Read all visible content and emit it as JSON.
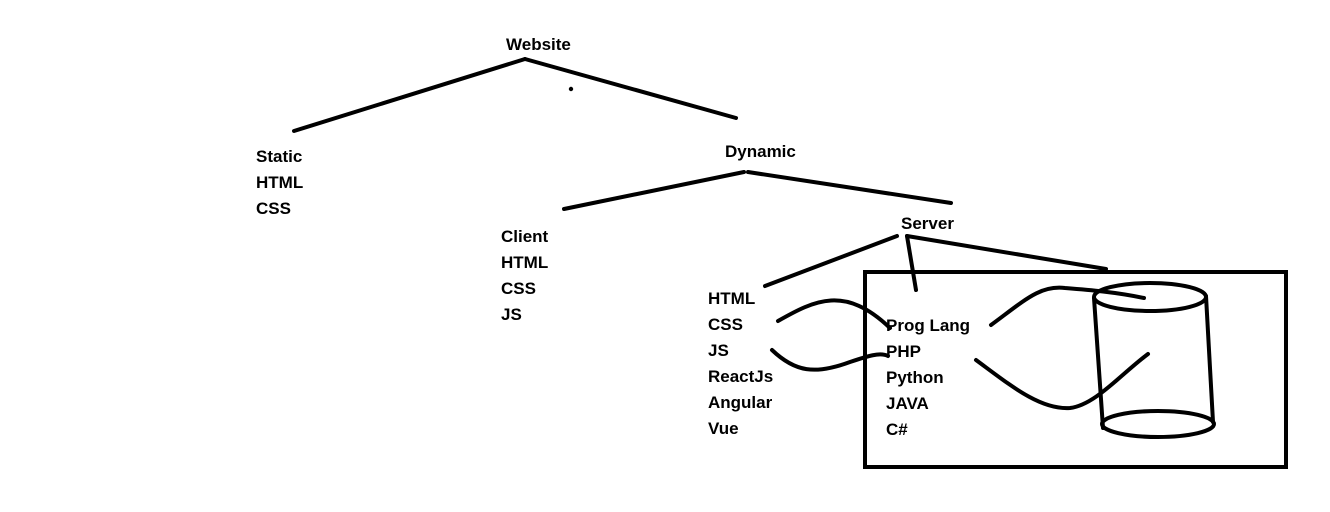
{
  "diagram": {
    "root": "Website",
    "static": {
      "title": "Static",
      "items": [
        "HTML",
        "CSS"
      ]
    },
    "dynamic": {
      "title": "Dynamic"
    },
    "client": {
      "title": "Client",
      "items": [
        "HTML",
        "CSS",
        "JS"
      ]
    },
    "server": {
      "title": "Server"
    },
    "frontend_list": [
      "HTML",
      "CSS",
      "JS",
      "ReactJs",
      "Angular",
      "Vue"
    ],
    "backend_list": [
      "Prog Lang",
      "PHP",
      "Python",
      "JAVA",
      "C#"
    ]
  }
}
